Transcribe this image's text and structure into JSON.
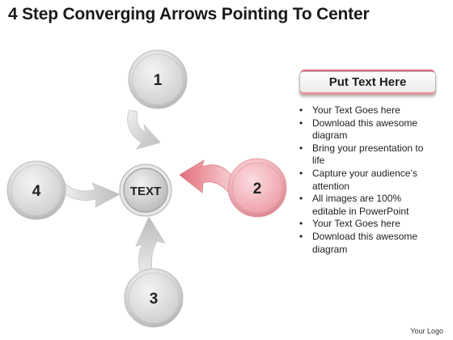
{
  "title": "4 Step Converging Arrows Pointing To Center",
  "diagram": {
    "center_label": "TEXT",
    "nodes": [
      {
        "label": "1"
      },
      {
        "label": "2"
      },
      {
        "label": "4"
      },
      {
        "label": "3"
      }
    ],
    "colors": {
      "gray_arrow": "#c8c8c8",
      "highlight": "#e7848f",
      "node_fill": "#dcdcdc"
    }
  },
  "panel": {
    "header": "Put Text Here",
    "bullets": [
      "Your Text Goes here",
      "Download this awesome diagram",
      "Bring your presentation to life",
      "Capture your audience’s attention",
      "All images are 100% editable in PowerPoint",
      "Your Text Goes here",
      "Download this awesome diagram"
    ]
  },
  "footer": "Your Logo"
}
